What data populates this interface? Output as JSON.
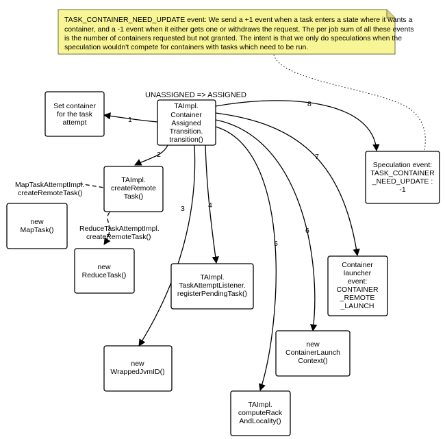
{
  "note": {
    "lines": [
      "TASK_CONTAINER_NEED_UPDATE event: We send a +1 event when a task enters a state where it wants a",
      "container, and a -1 event when it either gets one or withdraws the request. The per job sum of all these events",
      "is the number of containers requested but not granted. The intent is that we only do speculations when the",
      "speculation wouldn't compete for containers with tasks which need to be run."
    ]
  },
  "transition_title": "UNASSIGNED => ASSIGNED",
  "nodes": {
    "transition": [
      "TAImpl.",
      "Container",
      "Assigned",
      "Transition.",
      "transition()"
    ],
    "set_container": [
      "Set container",
      "for the task",
      "attempt"
    ],
    "create_remote": [
      "TAImpl.",
      "createRemote",
      "Task()"
    ],
    "new_map_task": [
      "new",
      "MapTask()"
    ],
    "new_reduce_task": [
      "new",
      "ReduceTask()"
    ],
    "task_attempt_listener": [
      "TAImpl.",
      "TaskAttemptListener.",
      "registerPendingTask()"
    ],
    "wrapped_jvm_id": [
      "new",
      "WrappedJvmID()"
    ],
    "compute_rack": [
      "TAImpl.",
      "computeRack",
      "AndLocality()"
    ],
    "container_launch_context": [
      "new",
      "ContainerLaunch",
      "Context()"
    ],
    "container_launcher_event": [
      "Container",
      "launcher",
      "event:",
      "CONTAINER",
      "_REMOTE",
      "_LAUNCH"
    ],
    "speculation_event": [
      "Speculation event:",
      "TASK_CONTAINER",
      "_NEED_UPDATE :",
      "-1"
    ]
  },
  "labels": {
    "map_create": [
      "MapTaskAttemptImpl.",
      "createRemoteTask()"
    ],
    "reduce_create": [
      "ReduceTaskAttemptImpl.",
      "createRemoteTask()"
    ]
  },
  "edges": [
    "1",
    "2",
    "3",
    "4",
    "5",
    "6",
    "7",
    "8"
  ]
}
